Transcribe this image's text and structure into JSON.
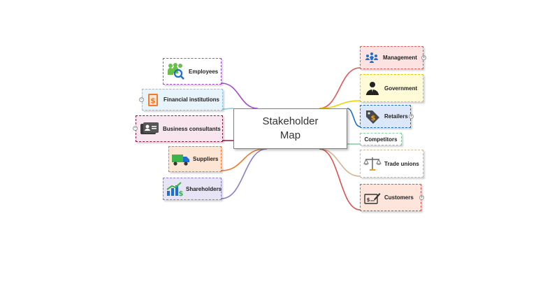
{
  "central": {
    "title": "Stakeholder\nMap"
  },
  "left_nodes": [
    {
      "id": "employees",
      "label": "Employees",
      "icon": "employees-icon",
      "color": "#a64ac9",
      "fill": "#ffffff",
      "border": "#a64ac9"
    },
    {
      "id": "financial",
      "label": "Financial institutions",
      "icon": "financial-icon",
      "color": "#7ec8e3",
      "fill": "#e8f4fb",
      "border": "#7ec8e3"
    },
    {
      "id": "consultants",
      "label": "Business consultants",
      "icon": "business-card-icon",
      "color": "#8b1a4a",
      "fill": "#f7e6ee",
      "border": "#8b1a4a"
    },
    {
      "id": "suppliers",
      "label": "Suppliers",
      "icon": "truck-icon",
      "color": "#f07b2c",
      "fill": "#fde5d3",
      "border": "#f07b2c"
    },
    {
      "id": "shareholders",
      "label": "Shareholders",
      "icon": "growth-chart-icon",
      "color": "#8a7fc8",
      "fill": "#e7e4f6",
      "border": "#8a7fc8"
    }
  ],
  "right_nodes": [
    {
      "id": "management",
      "label": "Management",
      "icon": "team-icon",
      "color": "#e05a5a",
      "fill": "#fde2e2",
      "border": "#e05a5a"
    },
    {
      "id": "government",
      "label": "Government",
      "icon": "official-icon",
      "color": "#f0d000",
      "fill": "#fffbd6",
      "border": "#e8c800"
    },
    {
      "id": "retailers",
      "label": "Retailers",
      "icon": "price-tag-icon",
      "color": "#1d6fd1",
      "fill": "#dce8fa",
      "border": "#1d6fd1"
    },
    {
      "id": "competitors",
      "label": "Competitors",
      "icon": "",
      "color": "#7fcfa0",
      "fill": "#ffffff",
      "border": "#7fcfa0"
    },
    {
      "id": "trade_unions",
      "label": "Trade unions",
      "icon": "scales-icon",
      "color": "#d6b594",
      "fill": "#ffffff",
      "border": "#d6b594"
    },
    {
      "id": "customers",
      "label": "Customers",
      "icon": "check-signature-icon",
      "color": "#e05050",
      "fill": "#fde5dc",
      "border": "#e05050"
    }
  ]
}
